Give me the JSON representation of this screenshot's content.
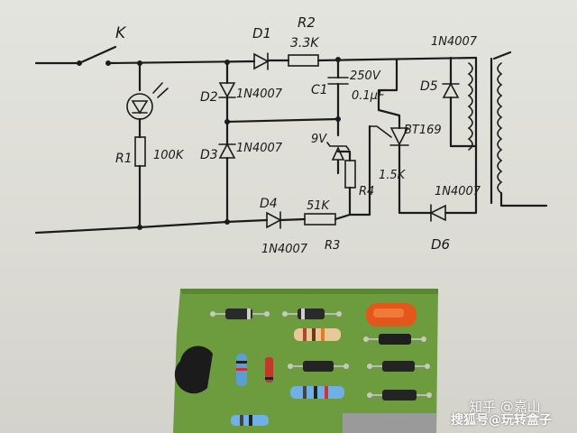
{
  "labels": {
    "switch": "K",
    "d1": "D1",
    "r2": "R2",
    "r2_value": "3.3K",
    "d5_part": "1N4007",
    "d2": "D2",
    "d2_part": "1N4007",
    "c1": "C1",
    "c1_voltage": "250V",
    "c1_value": "0.1μF",
    "d5": "D5",
    "scr": "BT169",
    "r1": "R1",
    "r1_value": "100K",
    "d3": "D3",
    "d3_part": "1N4007",
    "zener": "9V",
    "r4": "R4",
    "r4_value": "1.5K",
    "d6_part": "1N4007",
    "d4": "D4",
    "r3_value": "51K",
    "d4_part": "1N4007",
    "r3": "R3",
    "d6": "D6"
  },
  "watermark": {
    "line1": "知乎 @嘉山",
    "line2": "搜狐号@玩转盒子"
  }
}
